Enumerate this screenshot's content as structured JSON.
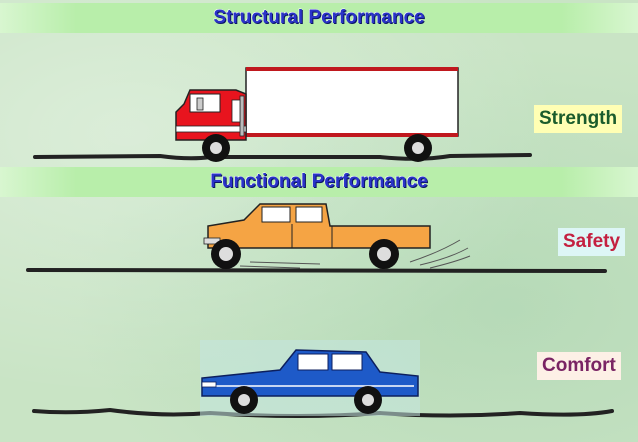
{
  "banners": {
    "structural": "Structural Performance",
    "functional": "Functional Performance"
  },
  "labels": {
    "strength": "Strength",
    "safety": "Safety",
    "comfort": "Comfort"
  },
  "vehicles": {
    "truck": {
      "cab_color": "#e8141e",
      "box_color": "#ffffff",
      "trim_color": "#c0181e"
    },
    "pickup": {
      "body_color": "#f5a444"
    },
    "sedan": {
      "body_color": "#1e5ac8"
    }
  }
}
